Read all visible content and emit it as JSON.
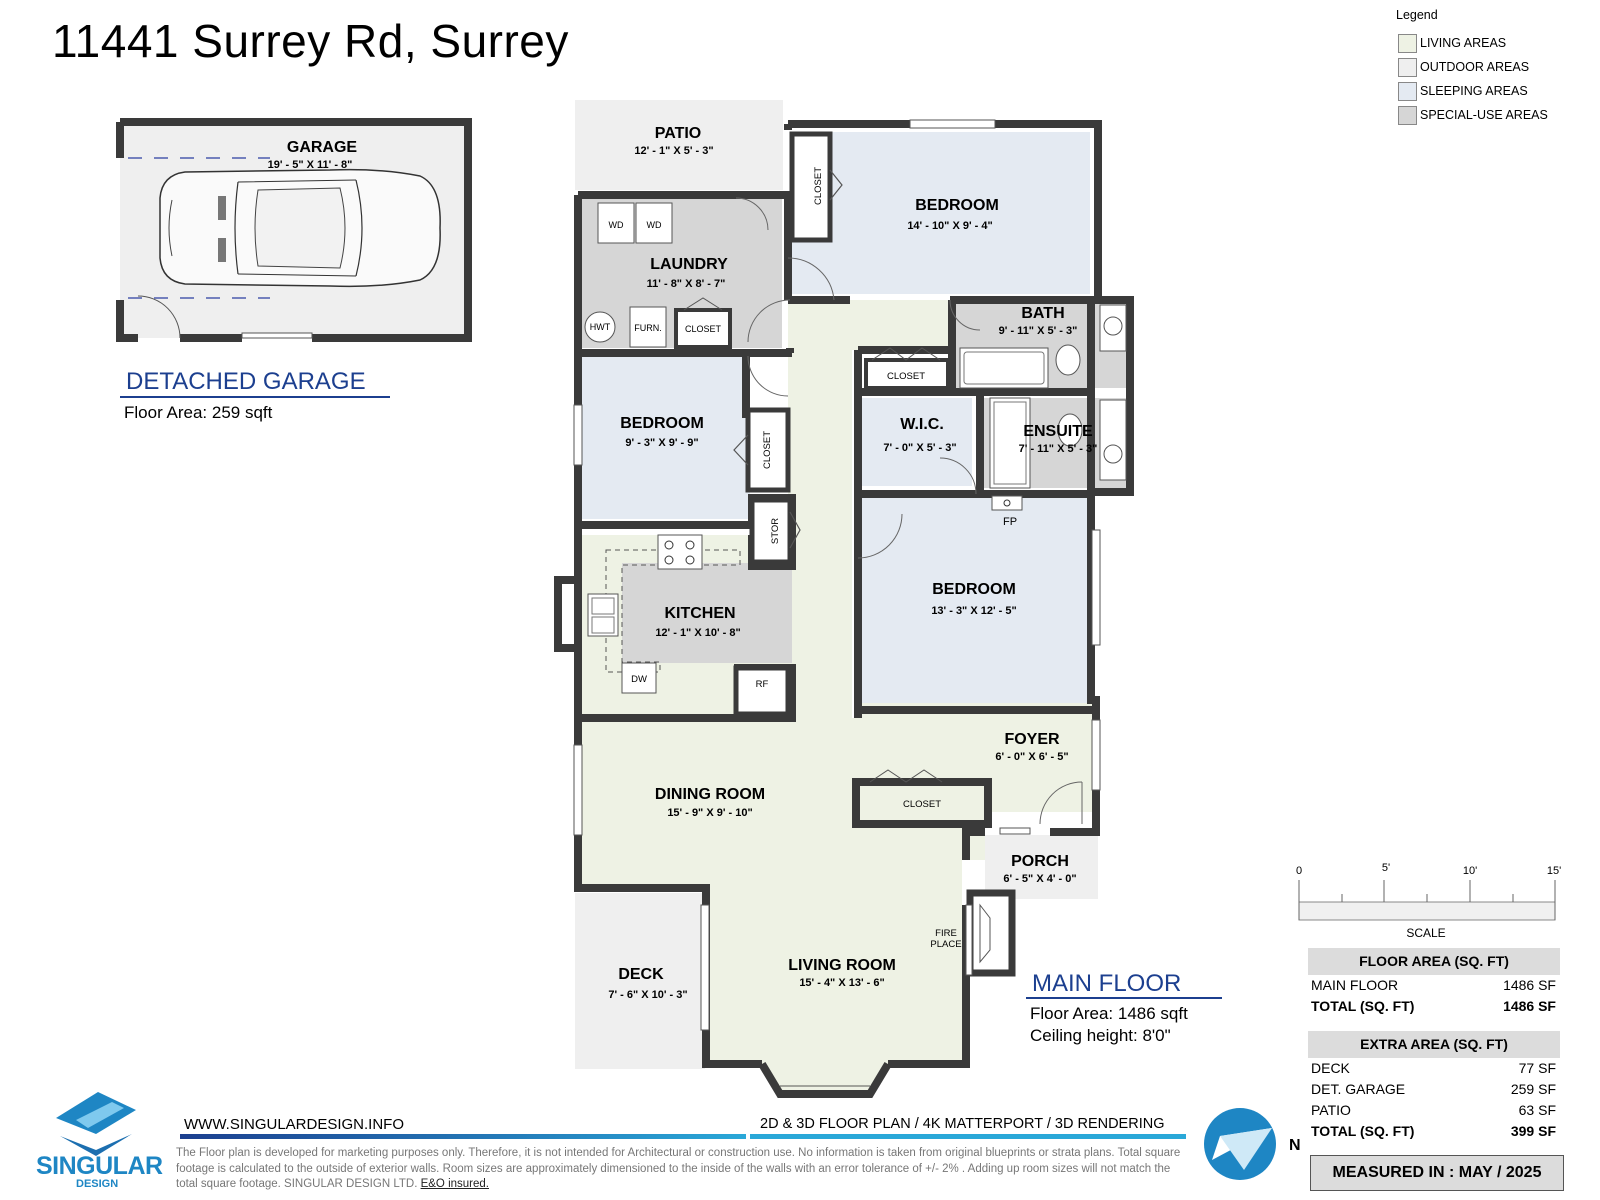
{
  "title": "11441 Surrey Rd, Surrey",
  "legend": {
    "title": "Legend",
    "items": [
      {
        "label": "LIVING AREAS",
        "color": "#eef2e4"
      },
      {
        "label": "OUTDOOR AREAS",
        "color": "#efefef"
      },
      {
        "label": "SLEEPING AREAS",
        "color": "#e4eaf2"
      },
      {
        "label": "SPECIAL-USE AREAS",
        "color": "#d6d6d6"
      }
    ]
  },
  "rooms": {
    "garage": {
      "name": "GARAGE",
      "dims": "19' - 5\" X 11' - 8\""
    },
    "patio": {
      "name": "PATIO",
      "dims": "12' - 1\" X 5' - 3\""
    },
    "laundry": {
      "name": "LAUNDRY",
      "dims": "11' - 8\" X 8' - 7\""
    },
    "bedroom1": {
      "name": "BEDROOM",
      "dims": "14' - 10\" X 9' - 4\""
    },
    "bath": {
      "name": "BATH",
      "dims": "9' - 11\" X 5' - 3\""
    },
    "bedroom2": {
      "name": "BEDROOM",
      "dims": "9' - 3\" X 9' - 9\""
    },
    "wic": {
      "name": "W.I.C.",
      "dims": "7' - 0\" X 5' - 3\""
    },
    "ensuite": {
      "name": "ENSUITE",
      "dims": "7' - 11\" X 5' - 3\""
    },
    "kitchen": {
      "name": "KITCHEN",
      "dims": "12' - 1\" X 10' - 8\""
    },
    "bedroom3": {
      "name": "BEDROOM",
      "dims": "13' - 3\" X 12' - 5\""
    },
    "foyer": {
      "name": "FOYER",
      "dims": "6' - 0\" X 6' - 5\""
    },
    "dining": {
      "name": "DINING ROOM",
      "dims": "15' - 9\" X 9' - 10\""
    },
    "porch": {
      "name": "PORCH",
      "dims": "6' - 5\" X 4' - 0\""
    },
    "deck": {
      "name": "DECK",
      "dims": "7' - 6\" X 10' - 3\""
    },
    "living": {
      "name": "LIVING ROOM",
      "dims": "15' - 4\" X 13' - 6\""
    }
  },
  "fixtures": {
    "closet": "CLOSET",
    "wd": "WD",
    "hwt": "HWT",
    "furn": "FURN.",
    "stor": "STOR",
    "dw": "DW",
    "rf": "RF",
    "fp": "FP",
    "fire": "FIRE",
    "place": "PLACE"
  },
  "garage_block": {
    "heading": "DETACHED GARAGE",
    "area": "Floor Area: 259 sqft"
  },
  "main_block": {
    "heading": "MAIN FLOOR",
    "area": "Floor Area: 1486 sqft",
    "ceiling": "Ceiling height: 8'0\""
  },
  "scale": {
    "ticks": [
      "0",
      "5'",
      "10'",
      "15'"
    ],
    "label": "SCALE"
  },
  "floor_area": {
    "header": "FLOOR AREA (SQ. FT)",
    "rows": [
      {
        "label": "MAIN FLOOR",
        "value": "1486 SF"
      },
      {
        "label": "TOTAL (SQ. FT)",
        "value": "1486 SF"
      }
    ]
  },
  "extra_area": {
    "header": "EXTRA AREA (SQ. FT)",
    "rows": [
      {
        "label": "DECK",
        "value": "77 SF"
      },
      {
        "label": "DET. GARAGE",
        "value": "259 SF"
      },
      {
        "label": "PATIO",
        "value": "63 SF"
      },
      {
        "label": "TOTAL (SQ. FT)",
        "value": "399 SF"
      }
    ]
  },
  "measured": "MEASURED IN : MAY / 2025",
  "footer": {
    "url": "WWW.SINGULARDESIGN.INFO",
    "services": "2D & 3D FLOOR PLAN / 4K MATTERPORT / 3D RENDERING",
    "disclaimer": "The Floor plan is developed for marketing purposes only. Therefore, it is not intended for Architectural or construction use. No information is taken from original blueprints or strata plans. Total square footage is calculated to the outside of exterior walls. Room sizes are approximately dimensioned to the inside of the walls with an error tolerance of +/- 2% . Adding up room sizes will not match the total square footage. SINGULAR DESIGN LTD.",
    "eo": "E&O insured."
  },
  "logo": {
    "name": "SINGULAR",
    "sub": "DESIGN"
  },
  "compass": {
    "label": "N"
  }
}
